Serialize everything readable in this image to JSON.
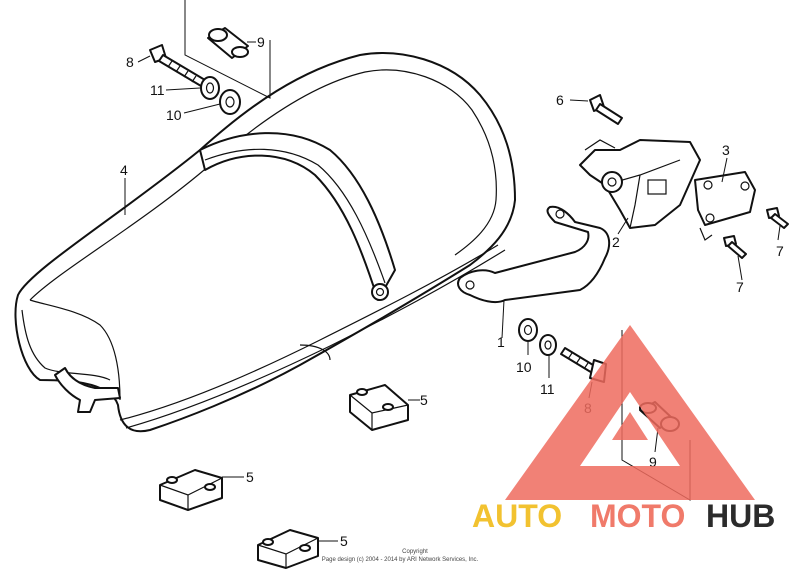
{
  "callouts": {
    "c9_top": "9",
    "c8_top": "8",
    "c11_top": "11",
    "c10_top": "10",
    "c4": "4",
    "c6": "6",
    "c3": "3",
    "c2": "2",
    "c7_a": "7",
    "c7_b": "7",
    "c1": "1",
    "c10_mid": "10",
    "c11_mid": "11",
    "c8_mid": "8",
    "c9_mid": "9",
    "c5_a": "5",
    "c5_b": "5",
    "c5_c": "5"
  },
  "copyright": {
    "line1": "Copyright",
    "line2": "Page design (c) 2004 - 2014 by ARI Network Services, Inc."
  },
  "watermark": {
    "part1": "AUTO",
    "part2": "MOTO",
    "part3": "HUB",
    "colors": {
      "auto": "#f2c230",
      "moto": "#f07a6a",
      "hub": "#2b2b2b",
      "triangle": "#ef6b5e"
    }
  }
}
